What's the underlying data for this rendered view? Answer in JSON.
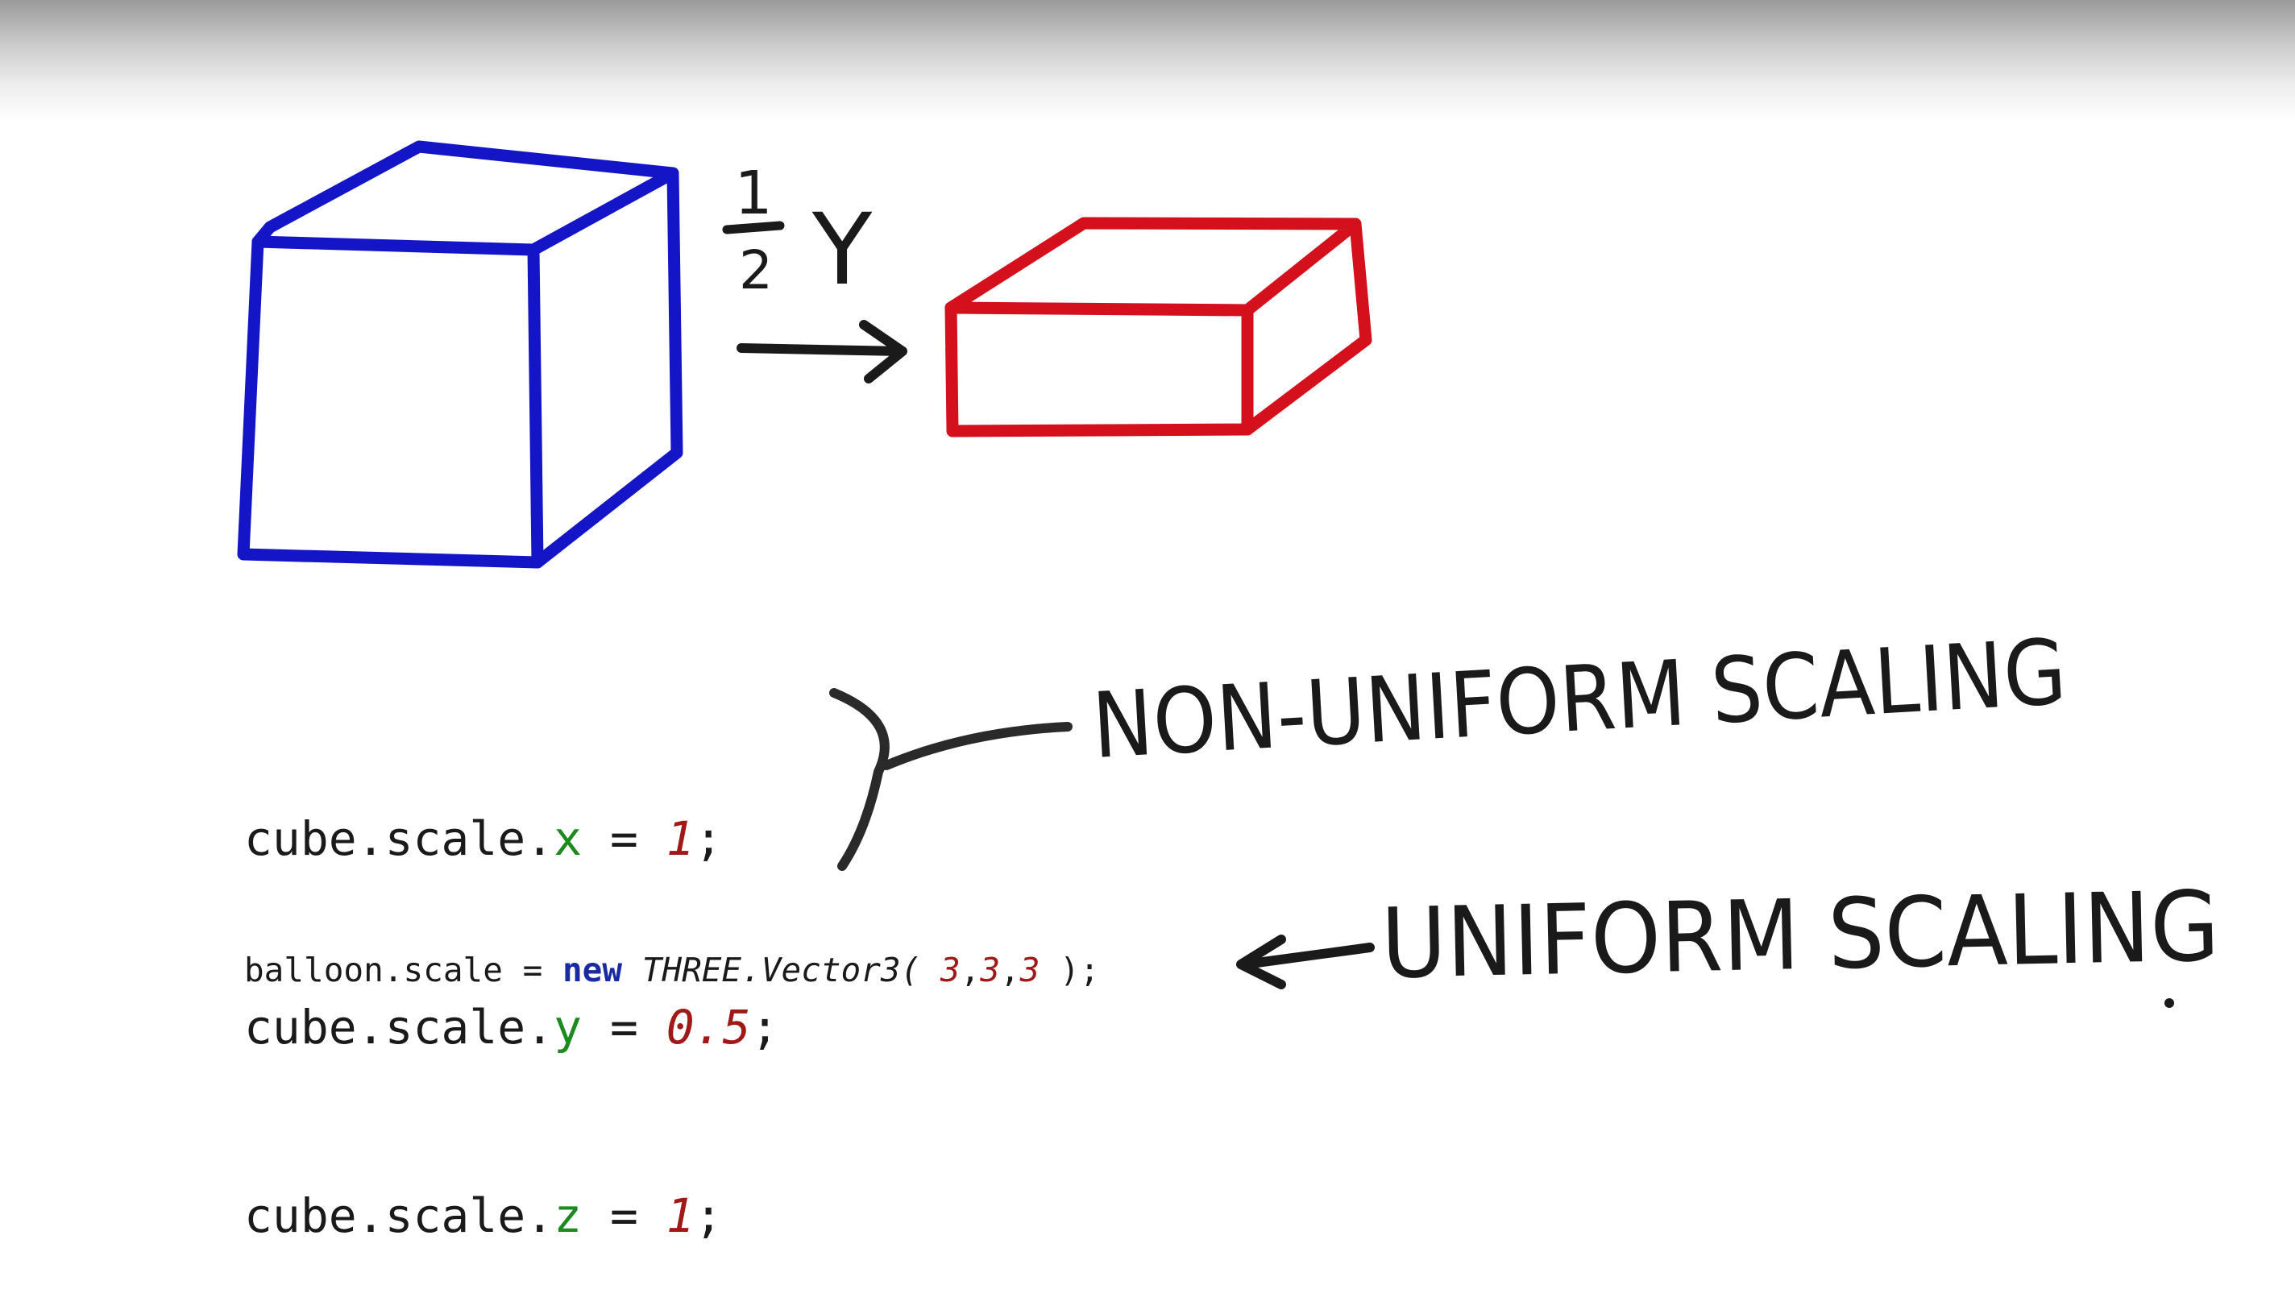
{
  "annotations": {
    "scale_factor": "1",
    "scale_denominator": "2",
    "axis": "Y",
    "non_uniform": "NON-UNIFORM SCALING",
    "uniform": "UNIFORM SCALING"
  },
  "code": {
    "lines": [
      {
        "prefix": "cube.scale.",
        "axis": "x",
        "op": " = ",
        "value": "1",
        "end": ";"
      },
      {
        "prefix": "cube.scale.",
        "axis": "y",
        "op": " = ",
        "value": "0.5",
        "end": ";"
      },
      {
        "prefix": "cube.scale.",
        "axis": "z",
        "op": " = ",
        "value": "1",
        "end": ";"
      }
    ],
    "balloon": {
      "prefix": "balloon.scale = ",
      "keyword": "new",
      "cls": " THREE.Vector3( ",
      "v1": "3",
      "c1": ",",
      "v2": "3",
      "c2": ",",
      "v3": "3",
      "end": " );"
    }
  },
  "colors": {
    "cube_original": "#1515c8",
    "cube_scaled": "#d4101c",
    "ink": "#1a1a1a"
  }
}
